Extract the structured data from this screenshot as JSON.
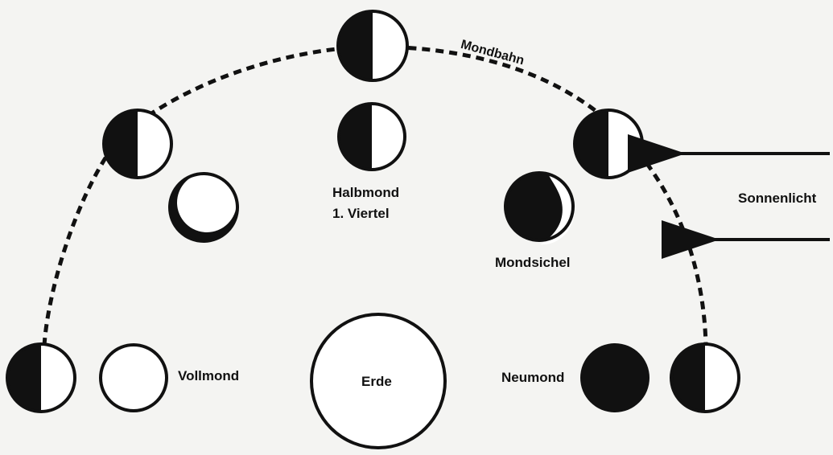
{
  "labels": {
    "orbit": "Mondbahn",
    "half_moon": "Halbmond",
    "first_quarter": "1. Viertel",
    "sunlight": "Sonnenlicht",
    "crescent": "Mondsichel",
    "full_moon": "Vollmond",
    "earth": "Erde",
    "new_moon": "Neumond"
  },
  "colors": {
    "ink": "#111111",
    "paper": "#f4f4f2",
    "lit_side": "#ffffff"
  },
  "icons": {
    "moon_orbit_position": "half-dark-moon-icon",
    "full_moon": "full-moon-icon",
    "new_moon": "new-moon-icon",
    "crescent": "crescent-moon-icon",
    "sunlight": "arrow-left-icon"
  }
}
